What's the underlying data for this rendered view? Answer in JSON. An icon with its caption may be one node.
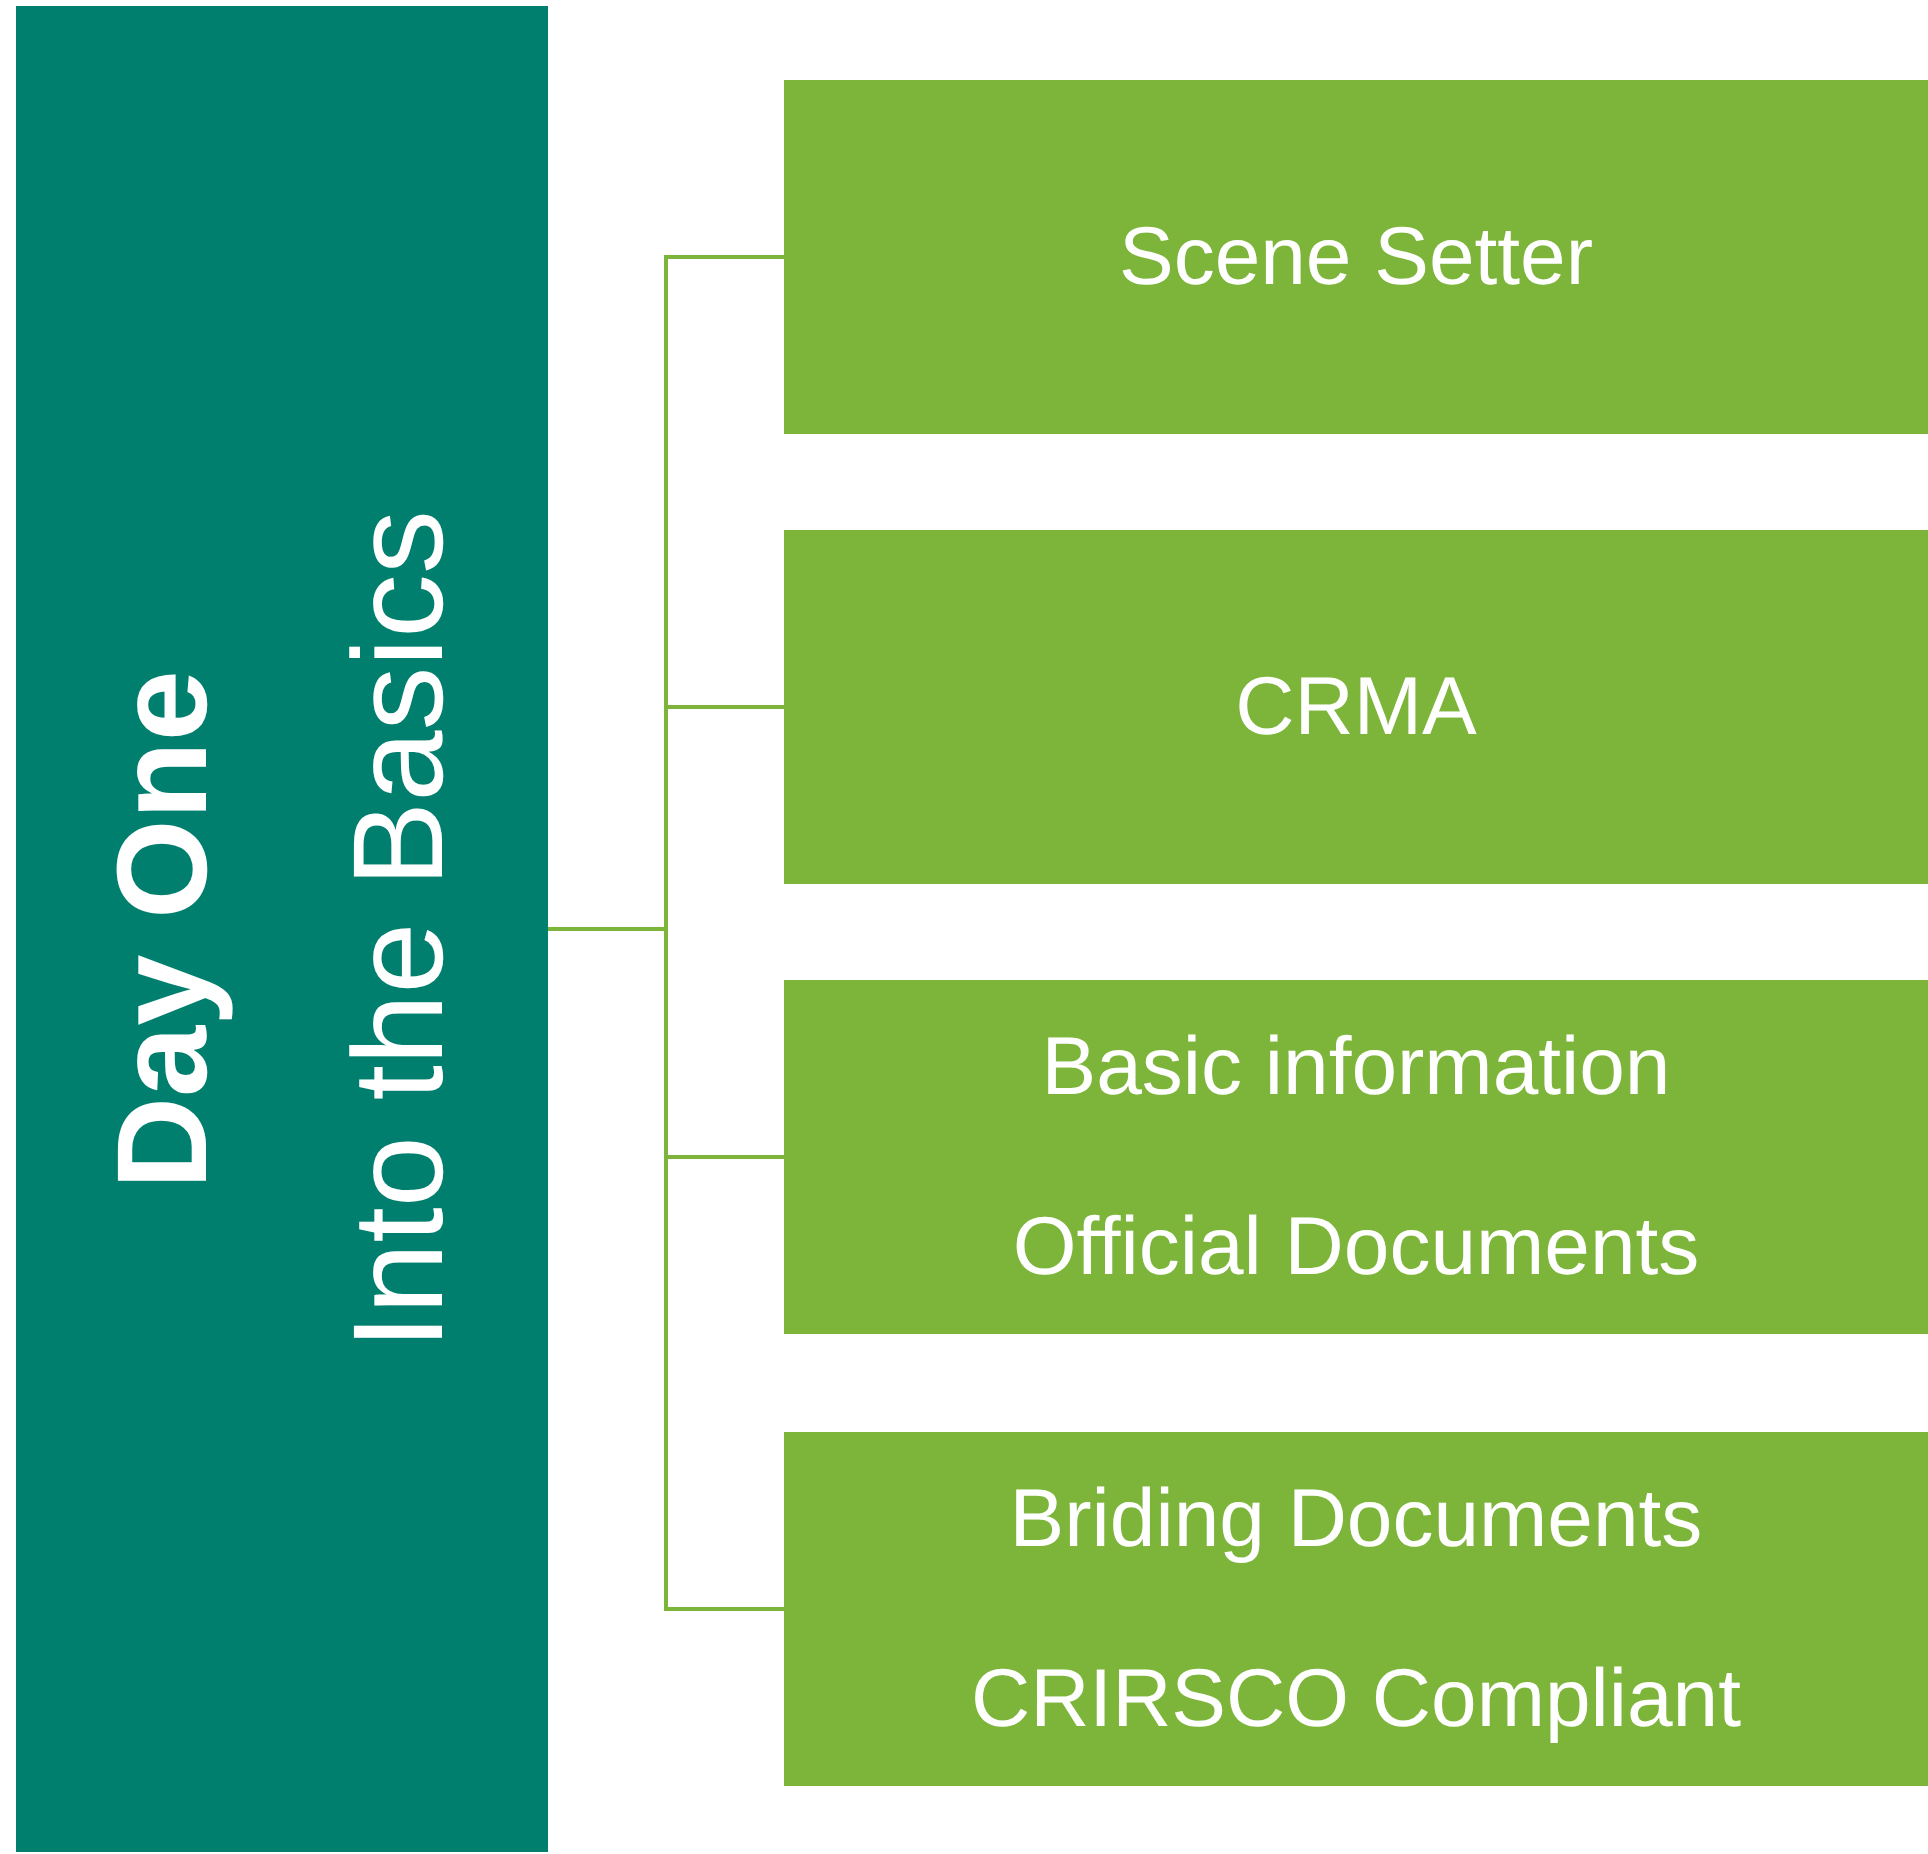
{
  "diagram": {
    "nodes": [
      {
        "text": [
          "Day One",
          "Into the Basics"
        ]
      },
      {
        "text": [
          "Scene Setter"
        ]
      },
      {
        "text": [
          "CRMA"
        ]
      },
      {
        "text": [
          "Basic information",
          "Official Documents"
        ]
      },
      {
        "text": [
          "Briding Documents",
          "CRIRSCO Compliant"
        ]
      }
    ],
    "edges": [
      {
        "from": 0,
        "to": 1,
        "arrow": "none"
      },
      {
        "from": 0,
        "to": 2,
        "arrow": "none"
      },
      {
        "from": 0,
        "to": 3,
        "arrow": "none"
      },
      {
        "from": 0,
        "to": 4,
        "arrow": "none"
      }
    ]
  }
}
